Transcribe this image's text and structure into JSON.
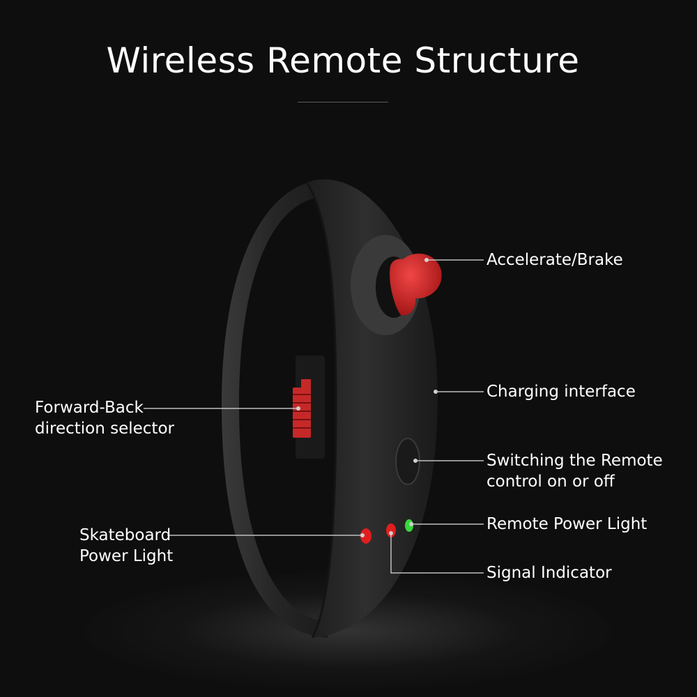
{
  "title": "Wireless Remote Structure",
  "labels": {
    "accelerate_brake": "Accelerate/Brake",
    "charging_interface": "Charging interface",
    "forward_back_line1": "Forward-Back",
    "forward_back_line2": "direction selector",
    "switching_line1": "Switching the Remote",
    "switching_line2": "control on or off",
    "skateboard_line1": "Skateboard",
    "skateboard_line2": "Power Light",
    "remote_power_light": "Remote Power Light",
    "signal_indicator": "Signal Indicator"
  },
  "colors": {
    "background": "#0e0e0e",
    "device_body": "#2b2b2b",
    "accent_red": "#d42a2a",
    "led_red": "#e01e1e",
    "led_green": "#39d63c",
    "leader_line": "#bfbfbf"
  }
}
